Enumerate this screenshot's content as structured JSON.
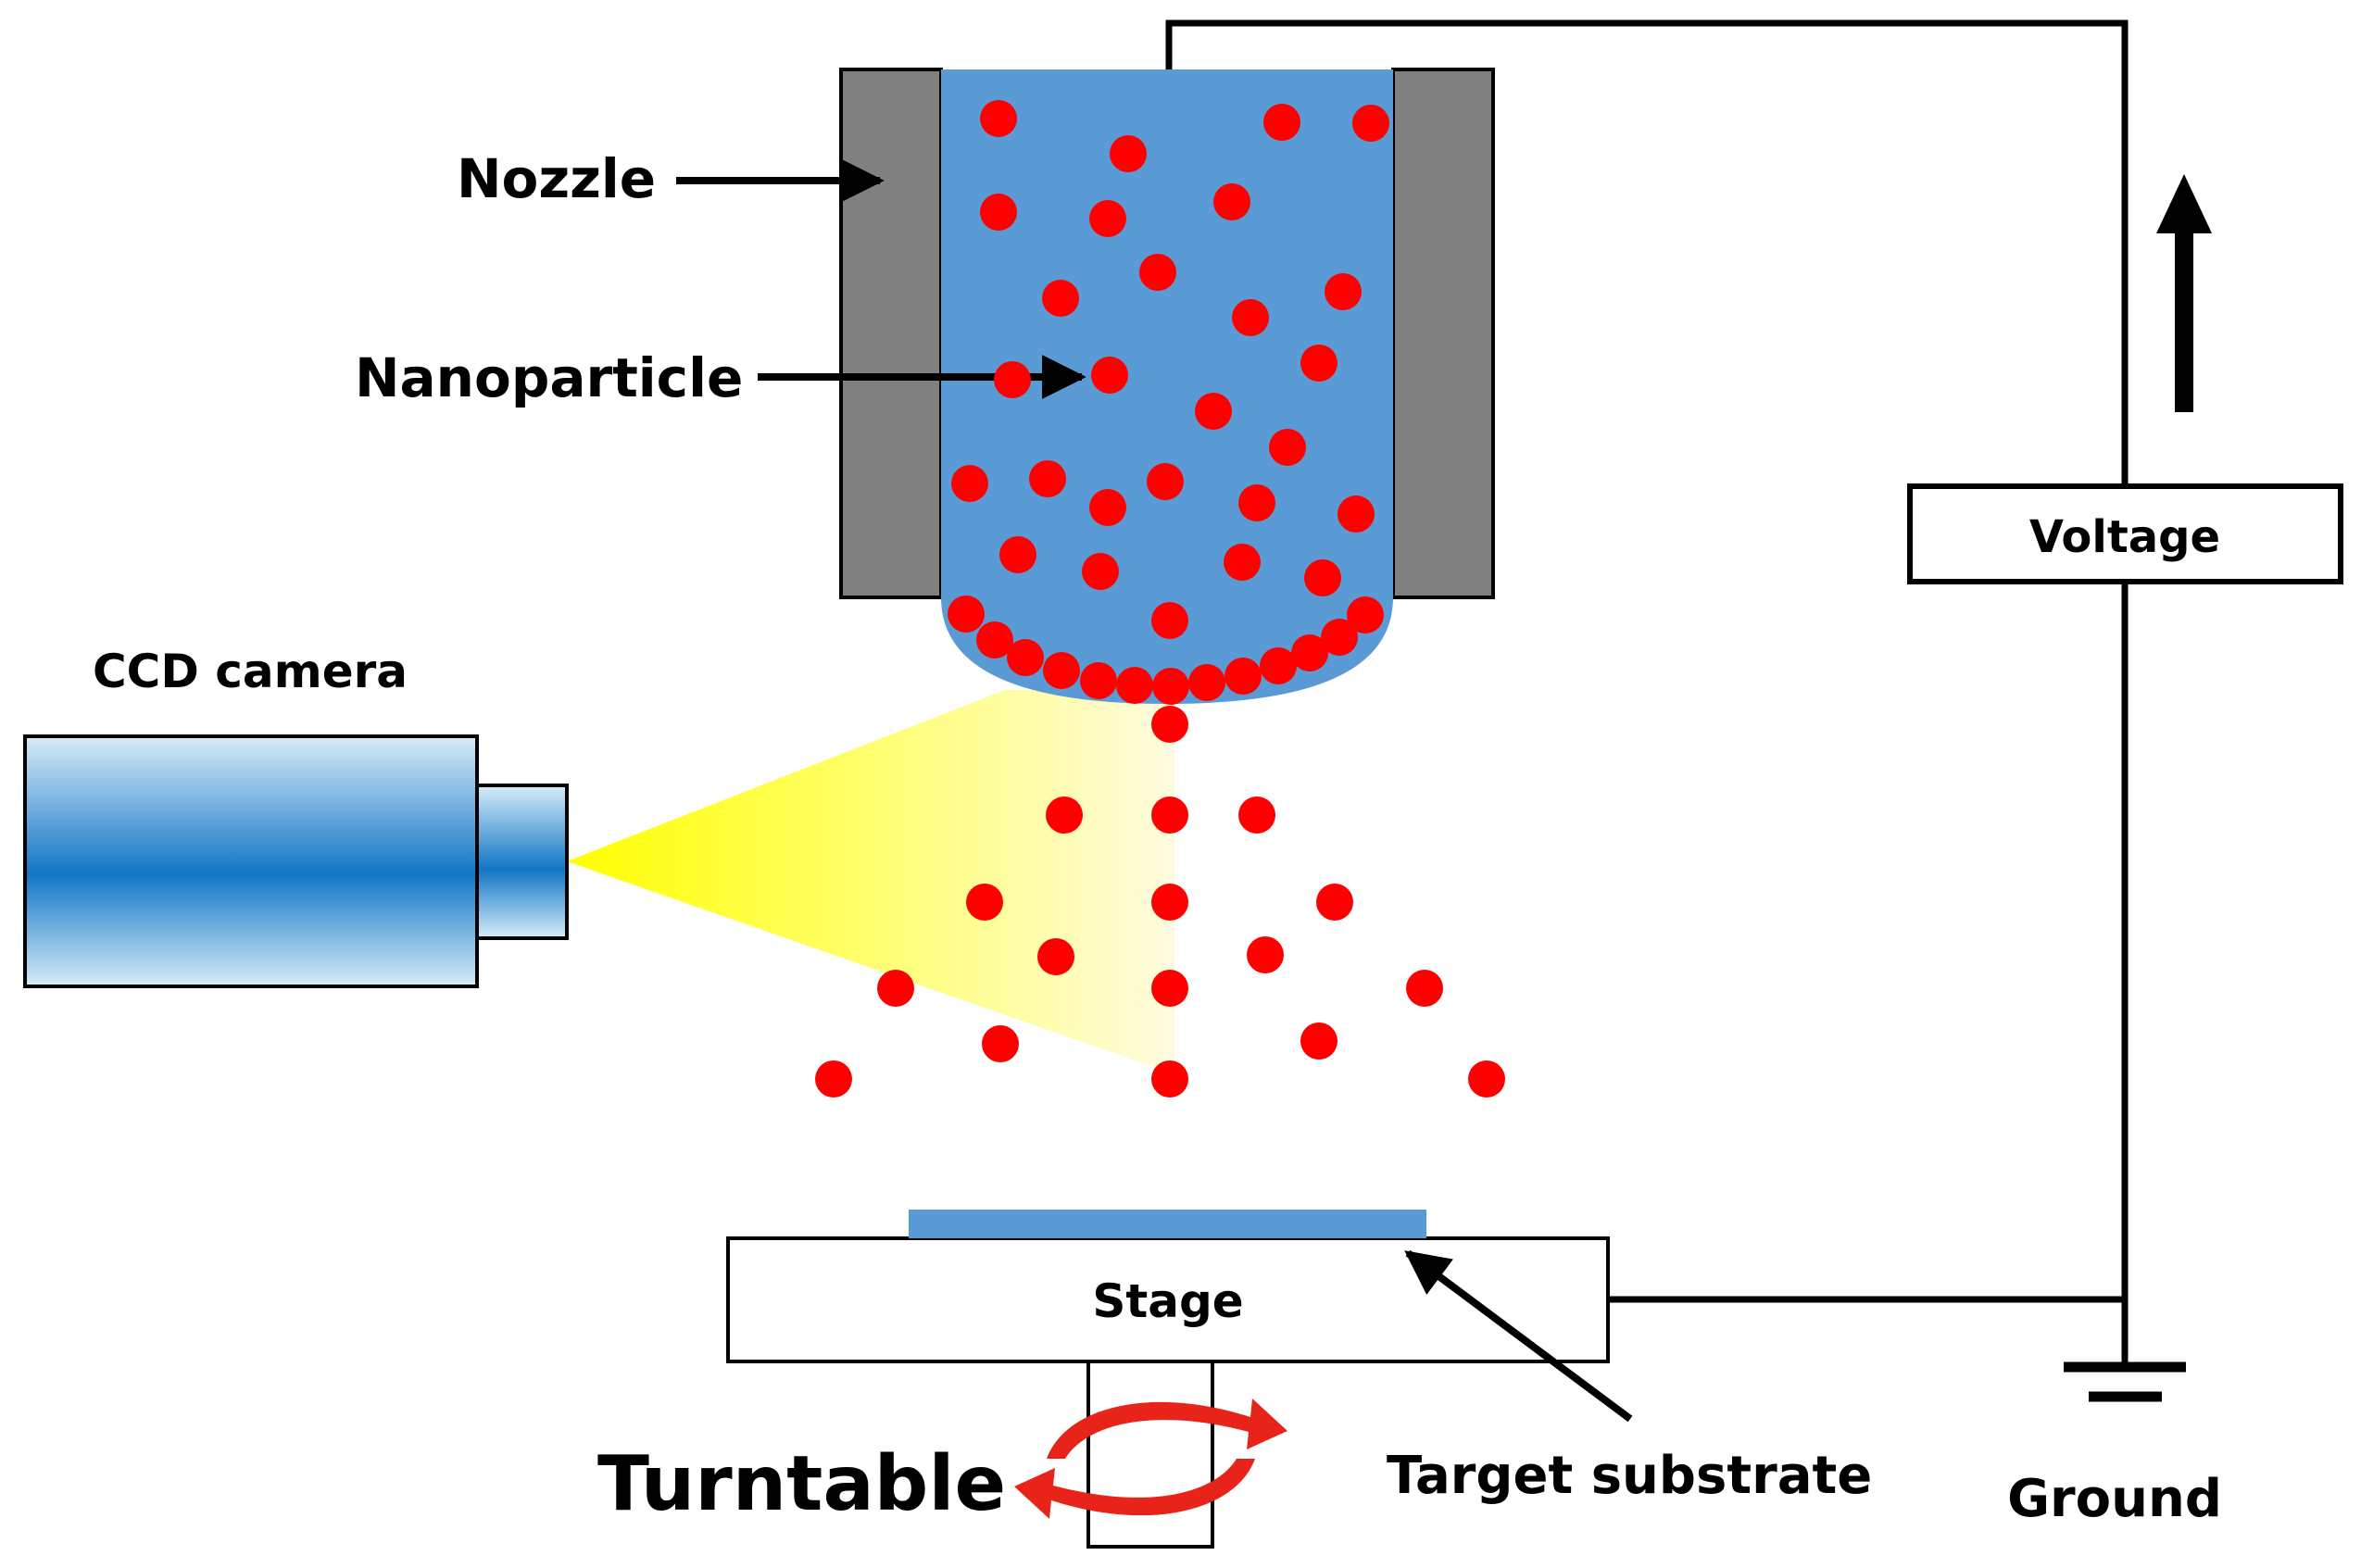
{
  "labels": {
    "nozzle": "Nozzle",
    "nanoparticle": "Nanoparticle",
    "ccd_camera": "CCD camera",
    "voltage": "Voltage",
    "stage": "Stage",
    "turntable": "Turntable",
    "target_substrate": "Target substrate",
    "ground": "Ground"
  },
  "colors": {
    "liquid": "#5b9bd5",
    "nozzle_wall": "#808080",
    "particle": "#ff0000",
    "light_cone": "#ffff00",
    "substrate": "#5b9bd5",
    "camera": "#1176c6",
    "rotation_arrow": "#e8241a",
    "wire": "#000000"
  },
  "icons": {
    "rotation": "rotation-arrows-icon",
    "ground": "ground-symbol-icon"
  }
}
